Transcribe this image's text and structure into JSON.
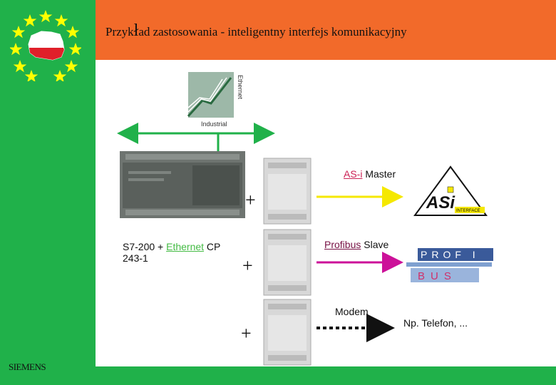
{
  "header": {
    "title_prefix": "Przyk",
    "title_big": "ł",
    "title_rest": "ad zastosowania - inteligentny interfejs komunikacyjny"
  },
  "branding": {
    "company": "SIEMENS",
    "ethernet_logo_word": "Ethernet",
    "ethernet_logo_word2": "Industrial"
  },
  "diagram": {
    "asi_label_link": "AS-i",
    "asi_label_rest": " Master",
    "profibus_label_link": "Profibus",
    "profibus_label_rest": " Slave",
    "modem_label": "Modem",
    "phone_label": "Np. Telefon, ...",
    "plc_label_line1_pre": "S7-200 + ",
    "plc_label_link": "Ethernet",
    "plc_label_line1_post": " CP",
    "plc_label_line2": "243-1",
    "plus_symbol": "+",
    "asi_logo_text": "ASi",
    "asi_logo_sub": "INTERFACE",
    "profibus_top": "PROF I",
    "profibus_bottom": "BUS"
  },
  "colors": {
    "green": "#20b14a",
    "orange": "#f26a2a",
    "arrow_yellow": "#f5e800",
    "arrow_magenta": "#cc1199",
    "arrow_black": "#111111"
  }
}
